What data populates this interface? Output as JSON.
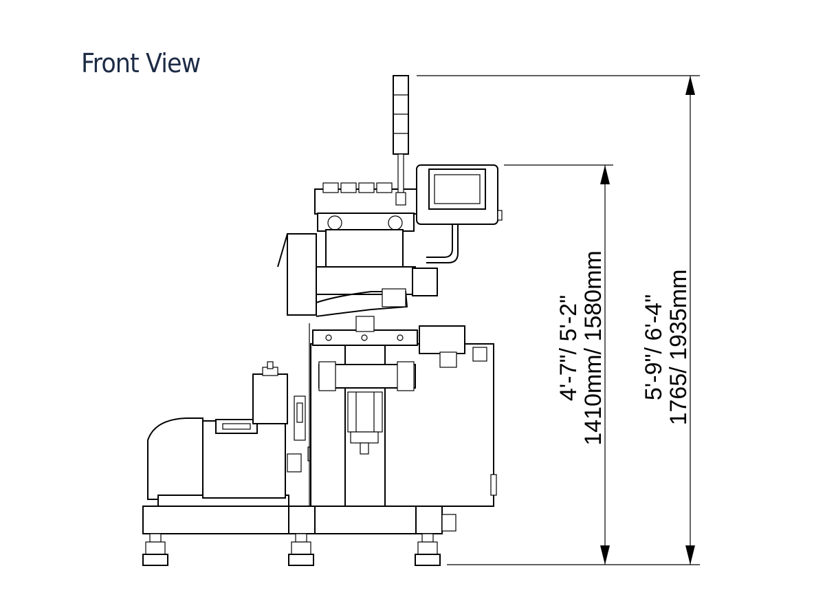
{
  "view": {
    "title": "Front View"
  },
  "dimensions": {
    "inner": {
      "line1": "4'-7\"/  5'-2\"",
      "line2": "1410mm/  1580mm"
    },
    "outer": {
      "line1": "5'-9\"/ 6'-4\"",
      "line2": "1765/  1935mm"
    }
  }
}
